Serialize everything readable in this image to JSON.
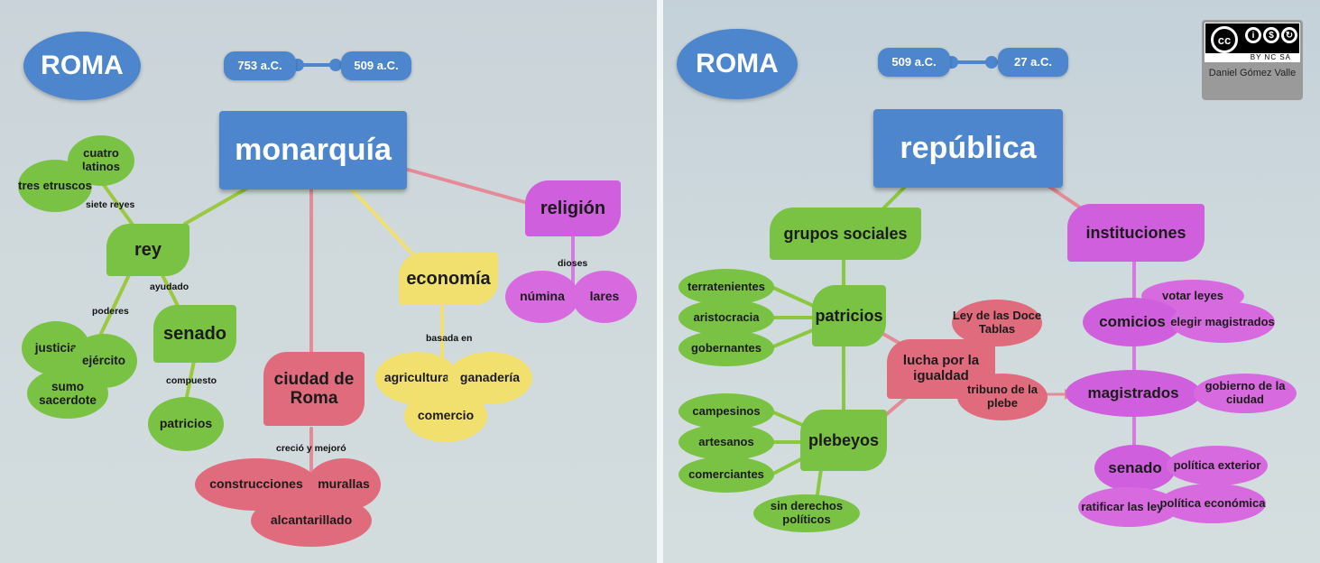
{
  "left": {
    "roma": "ROMA",
    "date_start": "753 a.C.",
    "date_end": "509 a.C.",
    "title": "monarquía",
    "nodes": {
      "cuatro_latinos": "cuatro latinos",
      "tres_etruscos": "tres etruscos",
      "siete_reyes": "siete reyes",
      "rey": "rey",
      "ayudado": "ayudado",
      "poderes": "poderes",
      "senado": "senado",
      "justicia": "justicia",
      "ejercito": "ejército",
      "sumo_sacerdote": "sumo sacerdote",
      "compuesto": "compuesto",
      "patricios": "patricios",
      "ciudad_de_roma": "ciudad de Roma",
      "crecio": "creció y mejoró",
      "construcciones": "construcciones",
      "murallas": "murallas",
      "alcantarillado": "alcantarillado",
      "economia": "economía",
      "basada_en": "basada en",
      "agricultura": "agricultura",
      "ganaderia": "ganadería",
      "comercio": "comercio",
      "religion": "religión",
      "dioses": "dioses",
      "numina": "númina",
      "lares": "lares"
    }
  },
  "right": {
    "roma": "ROMA",
    "date_start": "509 a.C.",
    "date_end": "27 a.C.",
    "title": "república",
    "license": {
      "cc_text": "cc",
      "by_nc_sa": "BY NC SA",
      "author": "Daniel Gómez Valle"
    },
    "nodes": {
      "grupos_sociales": "grupos sociales",
      "terratenientes": "terratenientes",
      "aristocracia": "aristocracia",
      "gobernantes": "gobernantes",
      "patricios": "patricios",
      "campesinos": "campesinos",
      "artesanos": "artesanos",
      "comerciantes": "comerciantes",
      "plebeyos": "plebeyos",
      "sin_derechos": "sin derechos políticos",
      "lucha": "lucha por la igualdad",
      "ley_doce_tablas": "Ley de las Doce Tablas",
      "tribuno": "tribuno de la plebe",
      "instituciones": "instituciones",
      "comicios": "comicios",
      "votar_leyes": "votar leyes",
      "elegir_magistrados": "elegir magistrados",
      "magistrados": "magistrados",
      "gobierno_ciudad": "gobierno de la ciudad",
      "senado": "senado",
      "politica_exterior": "política exterior",
      "ratificar_leyes": "ratificar las leyes",
      "politica_economica": "política económica"
    }
  },
  "colors": {
    "blue": "#4d86cc",
    "green": "#7ac243",
    "pink": "#e06b7c",
    "yellow": "#f1df6e",
    "magenta": "#cf5fdd"
  }
}
